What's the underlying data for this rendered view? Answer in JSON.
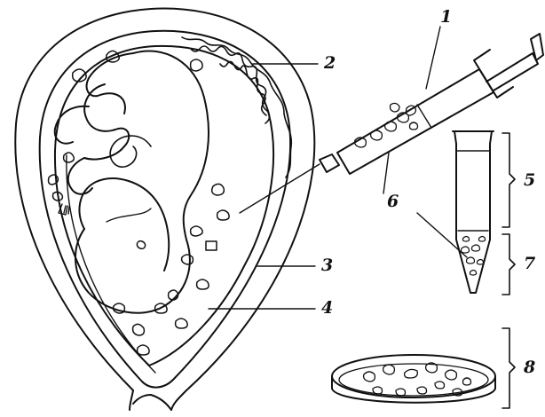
{
  "diagram": {
    "labels": [
      {
        "id": "1",
        "text": "1"
      },
      {
        "id": "2",
        "text": "2"
      },
      {
        "id": "3",
        "text": "3"
      },
      {
        "id": "4",
        "text": "4"
      },
      {
        "id": "5",
        "text": "5"
      },
      {
        "id": "6",
        "text": "6"
      },
      {
        "id": "7",
        "text": "7"
      },
      {
        "id": "8",
        "text": "8"
      }
    ]
  },
  "colors": {
    "ink": "#111111",
    "paper": "#ffffff"
  }
}
